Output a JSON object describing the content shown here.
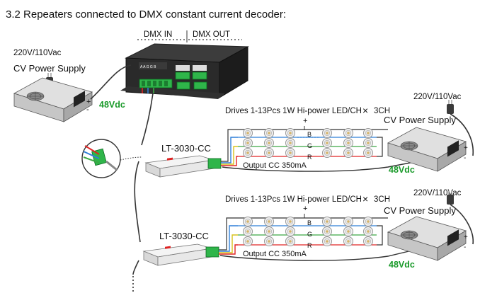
{
  "title": "3.2 Repeaters connected to DMX constant current decoder:",
  "dmx": {
    "in_label": "DMX IN",
    "out_label": "DMX OUT"
  },
  "power_supply": {
    "voltage": "220V/110Vac",
    "name": "CV Power Supply",
    "output": "48Vdc"
  },
  "decoder": {
    "model": "LT-3030-CC",
    "drives": "Drives 1-13Pcs 1W Hi-power LED/CH",
    "times_symbol": "×",
    "channels": "3CH",
    "output": "Output CC 350mA",
    "plus": "+",
    "minus": "-",
    "channel_letters": [
      "B",
      "G",
      "R"
    ]
  },
  "colors": {
    "blue": "#2f7fd8",
    "green": "#3ca844",
    "red": "#e02424",
    "yellow": "#d7c21c",
    "accent_green": "#1a9a2a"
  }
}
